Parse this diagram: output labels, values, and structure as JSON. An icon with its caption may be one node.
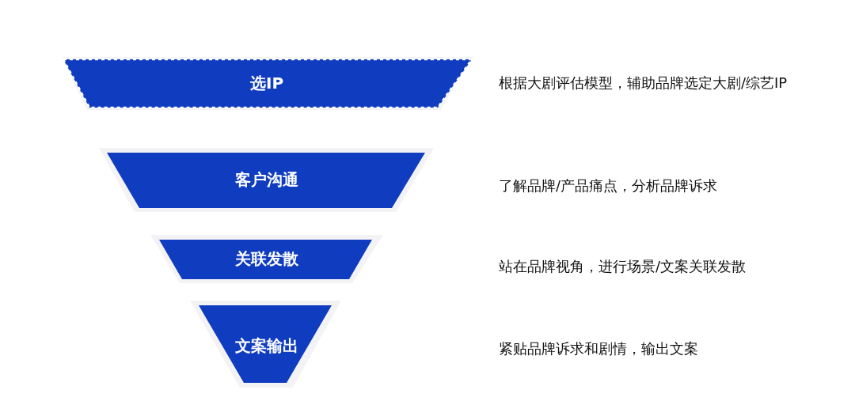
{
  "diagram": {
    "nodes": [
      {
        "text": [
          "选IP"
        ]
      },
      {
        "text": [
          "客户沟通"
        ]
      },
      {
        "text": [
          "关联发散"
        ]
      },
      {
        "text": [
          "文案输出"
        ]
      }
    ],
    "edges": [],
    "labels": [
      "根据大剧评估模型，辅助品牌选定大剧/综艺IP",
      "了解品牌/产品痛点，分析品牌诉求",
      "站在品牌视角，进行场景/文案关联发散",
      "紧贴品牌诉求和剧情，输出文案"
    ]
  }
}
